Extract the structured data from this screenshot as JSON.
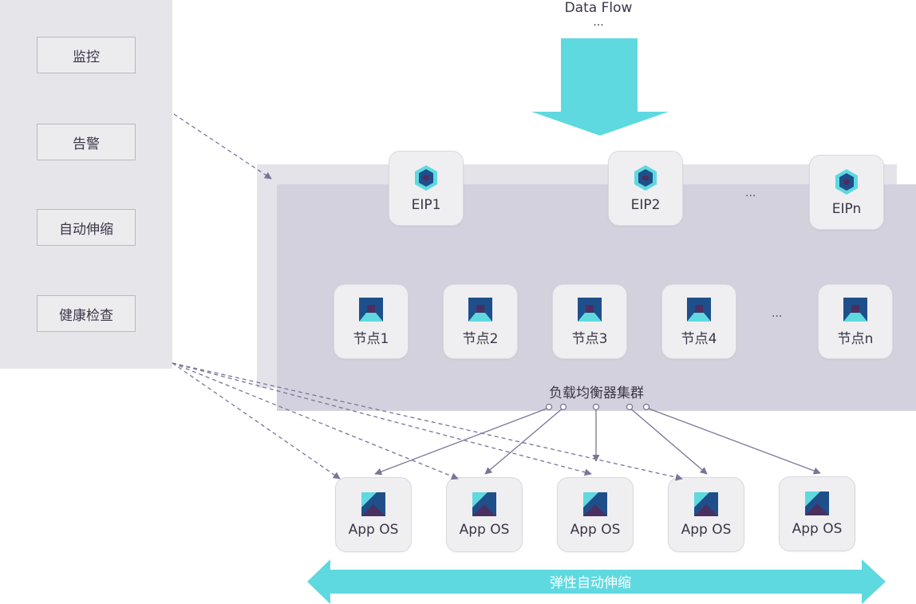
{
  "data_flow": {
    "title": "Data Flow",
    "ellipsis": "..."
  },
  "management": {
    "items": [
      {
        "label": "监控"
      },
      {
        "label": "告警"
      },
      {
        "label": "自动伸缩"
      },
      {
        "label": "健康检查"
      }
    ]
  },
  "eips": {
    "items": [
      {
        "label": "EIP1"
      },
      {
        "label": "EIP2"
      },
      {
        "label": "EIPn"
      }
    ],
    "ellipsis": "..."
  },
  "nodes": {
    "items": [
      {
        "label": "节点1"
      },
      {
        "label": "节点2"
      },
      {
        "label": "节点3"
      },
      {
        "label": "节点4"
      },
      {
        "label": "节点n"
      }
    ],
    "ellipsis": "..."
  },
  "load_balancer": {
    "label": "负载均衡器集群"
  },
  "app_servers": {
    "items": [
      {
        "label": "App OS"
      },
      {
        "label": "App OS"
      },
      {
        "label": "App OS"
      },
      {
        "label": "App OS"
      },
      {
        "label": "App OS"
      }
    ]
  },
  "elastic_scaling": {
    "label": "弹性自动伸缩"
  },
  "colors": {
    "accent_cyan": "#5fd9e0",
    "panel_gray": "#e6e6ea",
    "cluster_purple": "#d3d1dd",
    "connector": "#7a7598",
    "icon_navy": "#1e4f8a"
  }
}
